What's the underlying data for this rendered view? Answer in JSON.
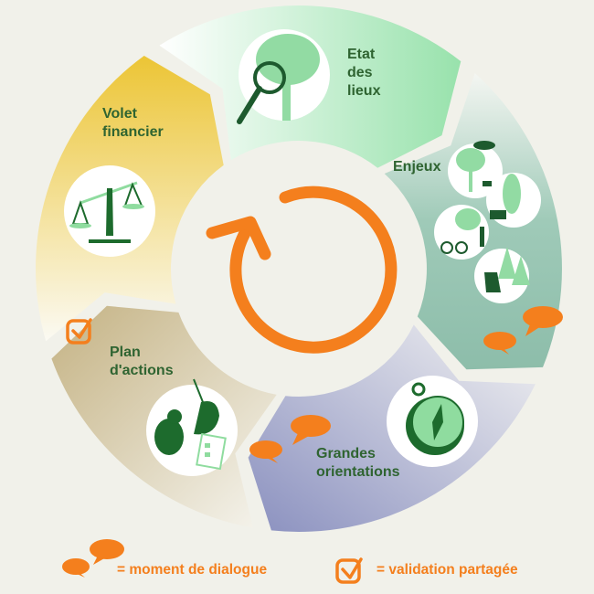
{
  "steps": [
    {
      "id": "etat",
      "label": "Etat des lieux",
      "lines": [
        "Etat",
        "des",
        "lieux"
      ]
    },
    {
      "id": "enjeux",
      "label": "Enjeux",
      "lines": [
        "Enjeux"
      ]
    },
    {
      "id": "grandes",
      "label": "Grandes orientations",
      "lines": [
        "Grandes",
        "orientations"
      ]
    },
    {
      "id": "plan",
      "label": "Plan d'actions",
      "lines": [
        "Plan",
        "d'actions"
      ]
    },
    {
      "id": "volet",
      "label": "Volet financier",
      "lines": [
        "Volet",
        "financier"
      ]
    }
  ],
  "legend": {
    "dialogue": "= moment de dialogue",
    "validation": "= validation partagée"
  },
  "icons": [
    "magnifier-tree-icon",
    "scales-icon",
    "forest-uses-icon",
    "compass-icon",
    "planting-checklist-icon",
    "speech-bubbles-icon",
    "checkbox-icon",
    "cycle-arrow-icon"
  ],
  "colors": {
    "accent": "#f47f1d",
    "text": "#2f6431",
    "dark_green": "#1f6b2d",
    "light_green": "#8fdc9f"
  }
}
